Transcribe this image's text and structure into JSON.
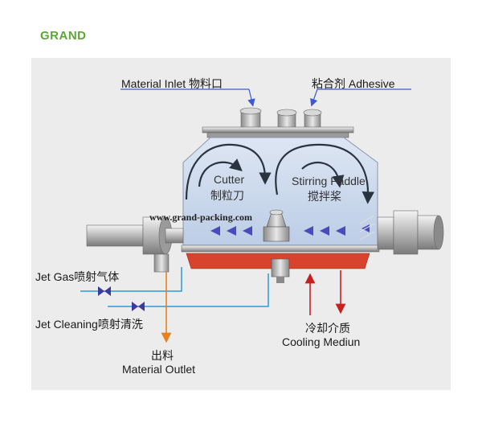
{
  "brand": {
    "logo_text": "GRAND"
  },
  "labels": {
    "material_inlet": "Material Inlet  物料口",
    "adhesive": "粘合剂 Adhesive",
    "cutter_en": "Cutter",
    "cutter_cn": "制粒刀",
    "paddle_en": "Stirring Paddle",
    "paddle_cn": "搅拌桨",
    "website": "www.grand-packing.com",
    "jet_gas": "Jet Gas喷射气体",
    "jet_cleaning": "Jet Cleaning喷射清洗",
    "outlet_cn": "出料",
    "outlet_en": "Material Outlet",
    "cooling_cn": "冷却介质",
    "cooling_en": "Cooling Mediun"
  },
  "colors": {
    "logo": "#5aa832",
    "panel_bg": "#ececec",
    "callout_line": "#3b5bd0",
    "jet_line": "#2a9bd8",
    "outlet_arrow": "#e8801e",
    "cooling_arrow": "#c82020",
    "jacket": "#d9432e",
    "valve": "#3a3aa0"
  }
}
